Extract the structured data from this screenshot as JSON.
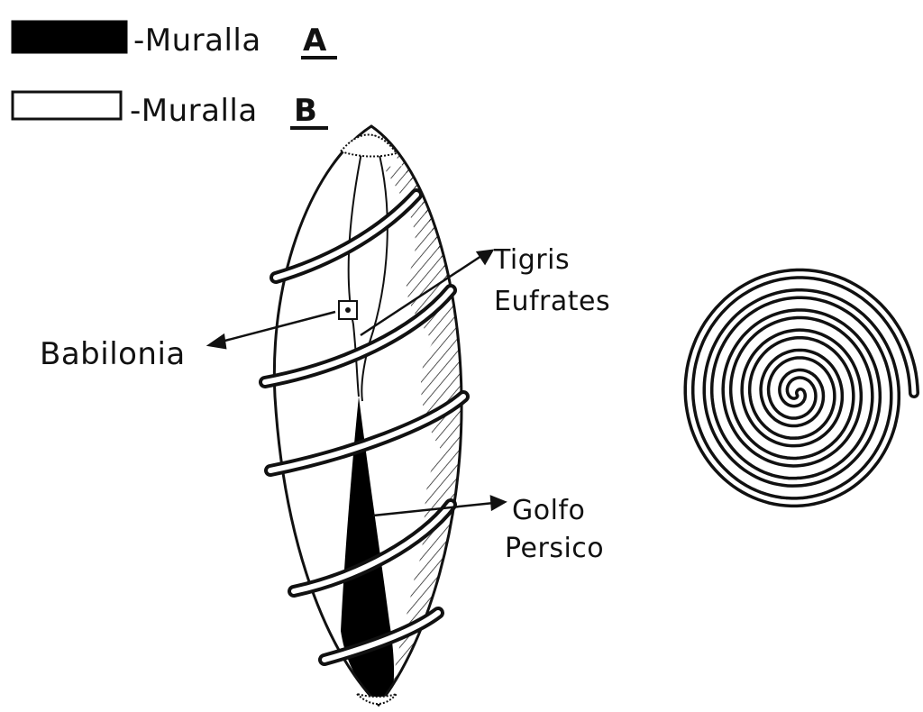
{
  "legend": {
    "wall_a": {
      "prefix": "-Muralla",
      "letter": "A",
      "fill": "#000000"
    },
    "wall_b": {
      "prefix": "-Muralla",
      "letter": "B",
      "fill": "#ffffff"
    }
  },
  "labels": {
    "babilonia": "Babilonia",
    "tigris": "Tigris",
    "eufrates": "Eufrates",
    "golfo": "Golfo",
    "persico": "Persico"
  },
  "colors": {
    "ink": "#111111",
    "paper": "#ffffff"
  }
}
